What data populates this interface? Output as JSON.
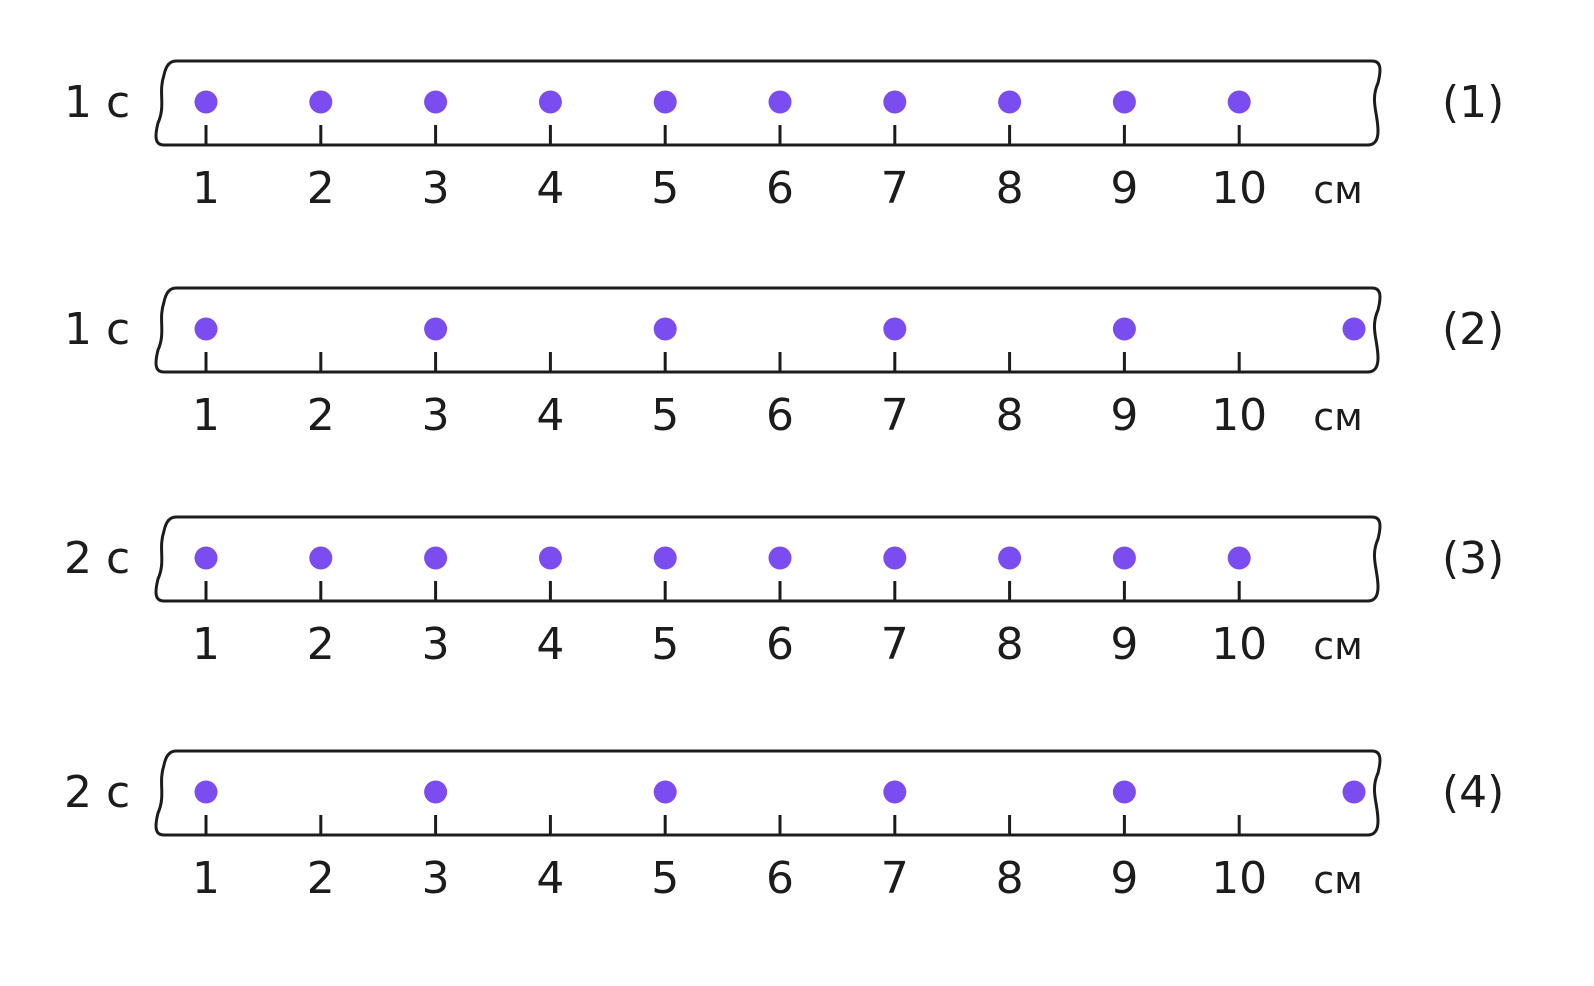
{
  "colors": {
    "dot": "#7b4cf0",
    "line": "#1c1c1c",
    "background": "#ffffff"
  },
  "scale": {
    "marks": [
      "1",
      "2",
      "3",
      "4",
      "5",
      "6",
      "7",
      "8",
      "9",
      "10"
    ],
    "unit": "см"
  },
  "tapes": [
    {
      "time_label": "1 с",
      "index_label": "(1)",
      "dots_cm": [
        1,
        2,
        3,
        4,
        5,
        6,
        7,
        8,
        9,
        10
      ]
    },
    {
      "time_label": "1 с",
      "index_label": "(2)",
      "dots_cm": [
        1,
        3,
        5,
        7,
        9,
        11
      ]
    },
    {
      "time_label": "2 с",
      "index_label": "(3)",
      "dots_cm": [
        1,
        2,
        3,
        4,
        5,
        6,
        7,
        8,
        9,
        10
      ]
    },
    {
      "time_label": "2 с",
      "index_label": "(4)",
      "dots_cm": [
        1,
        3,
        5,
        7,
        9,
        11
      ]
    }
  ]
}
